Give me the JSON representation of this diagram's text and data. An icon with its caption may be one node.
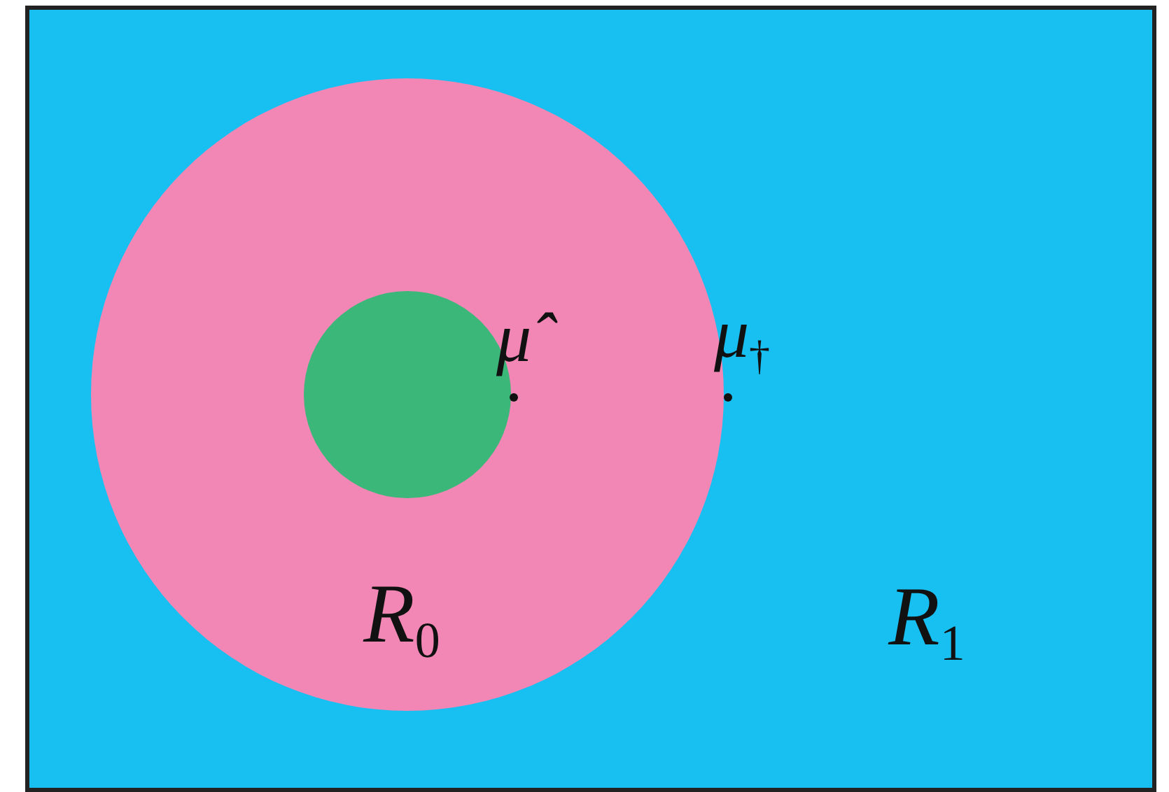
{
  "diagram": {
    "nodes": [
      {
        "text": [
          "*R*$_{1}$"
        ]
      },
      {
        "text": [
          "*R*$_{0}$"
        ],
        "in": 0
      },
      {
        "text": [],
        "shape": "circle",
        "in": 1
      }
    ],
    "labels": [
      "*μ̂*",
      "*μ*$_{†}$"
    ]
  }
}
